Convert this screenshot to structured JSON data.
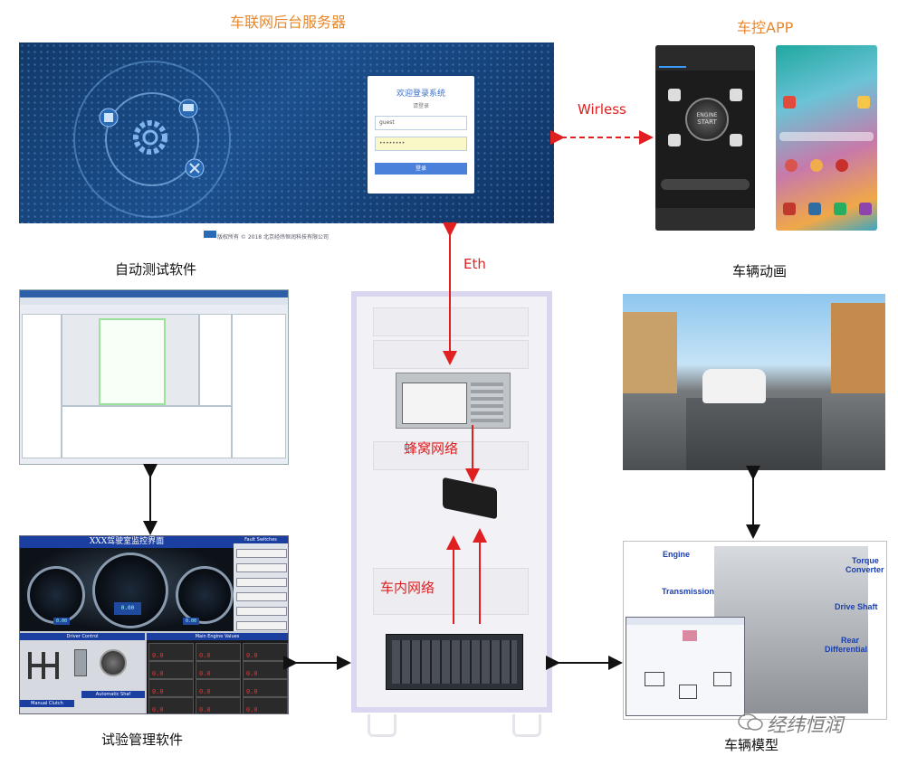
{
  "titles": {
    "server": "车联网后台服务器",
    "app": "车控APP",
    "test_software": "自动测试软件",
    "vehicle_animation": "车辆动画",
    "mgmt_software": "试验管理软件",
    "vehicle_model": "车辆模型"
  },
  "links": {
    "wireless": "Wirless",
    "eth": "Eth",
    "cellular": "蜂窝网络",
    "in_vehicle": "车内网络"
  },
  "server_login": {
    "heading": "欢迎登录系统",
    "subheading": "请登录",
    "username": "guest",
    "password": "••••••••",
    "button": "登录",
    "footer": "版权所有 © 2018 北京经纬恒润科技有限公司"
  },
  "phone_app": {
    "engine_line1": "ENGINE",
    "engine_line2": "START"
  },
  "dashboard": {
    "title": "XXX驾驶室监控界面",
    "panels": {
      "driver_control": "Driver Control",
      "main_engine_values": "Main Engine Values",
      "manual_clutch": "Manual Clutch",
      "automatic_shaf": "Automatic Shaf",
      "fault_switches": "Fault Switches"
    },
    "meter_value": "0.0",
    "speed_readout": "0.00",
    "lcd_left": "0.00",
    "lcd_right": "0.00"
  },
  "vehicle_model_labels": {
    "engine": "Engine",
    "torque_converter_1": "Torque",
    "torque_converter_2": "Converter",
    "transmission": "Transmission",
    "drive_shaft": "Drive Shaft",
    "rear_diff_1": "Rear",
    "rear_diff_2": "Differential"
  },
  "watermark": "经纬恒润",
  "colors": {
    "title_orange": "#e8872c",
    "link_red": "#e02020",
    "dash_blue": "#1b3fa0"
  }
}
